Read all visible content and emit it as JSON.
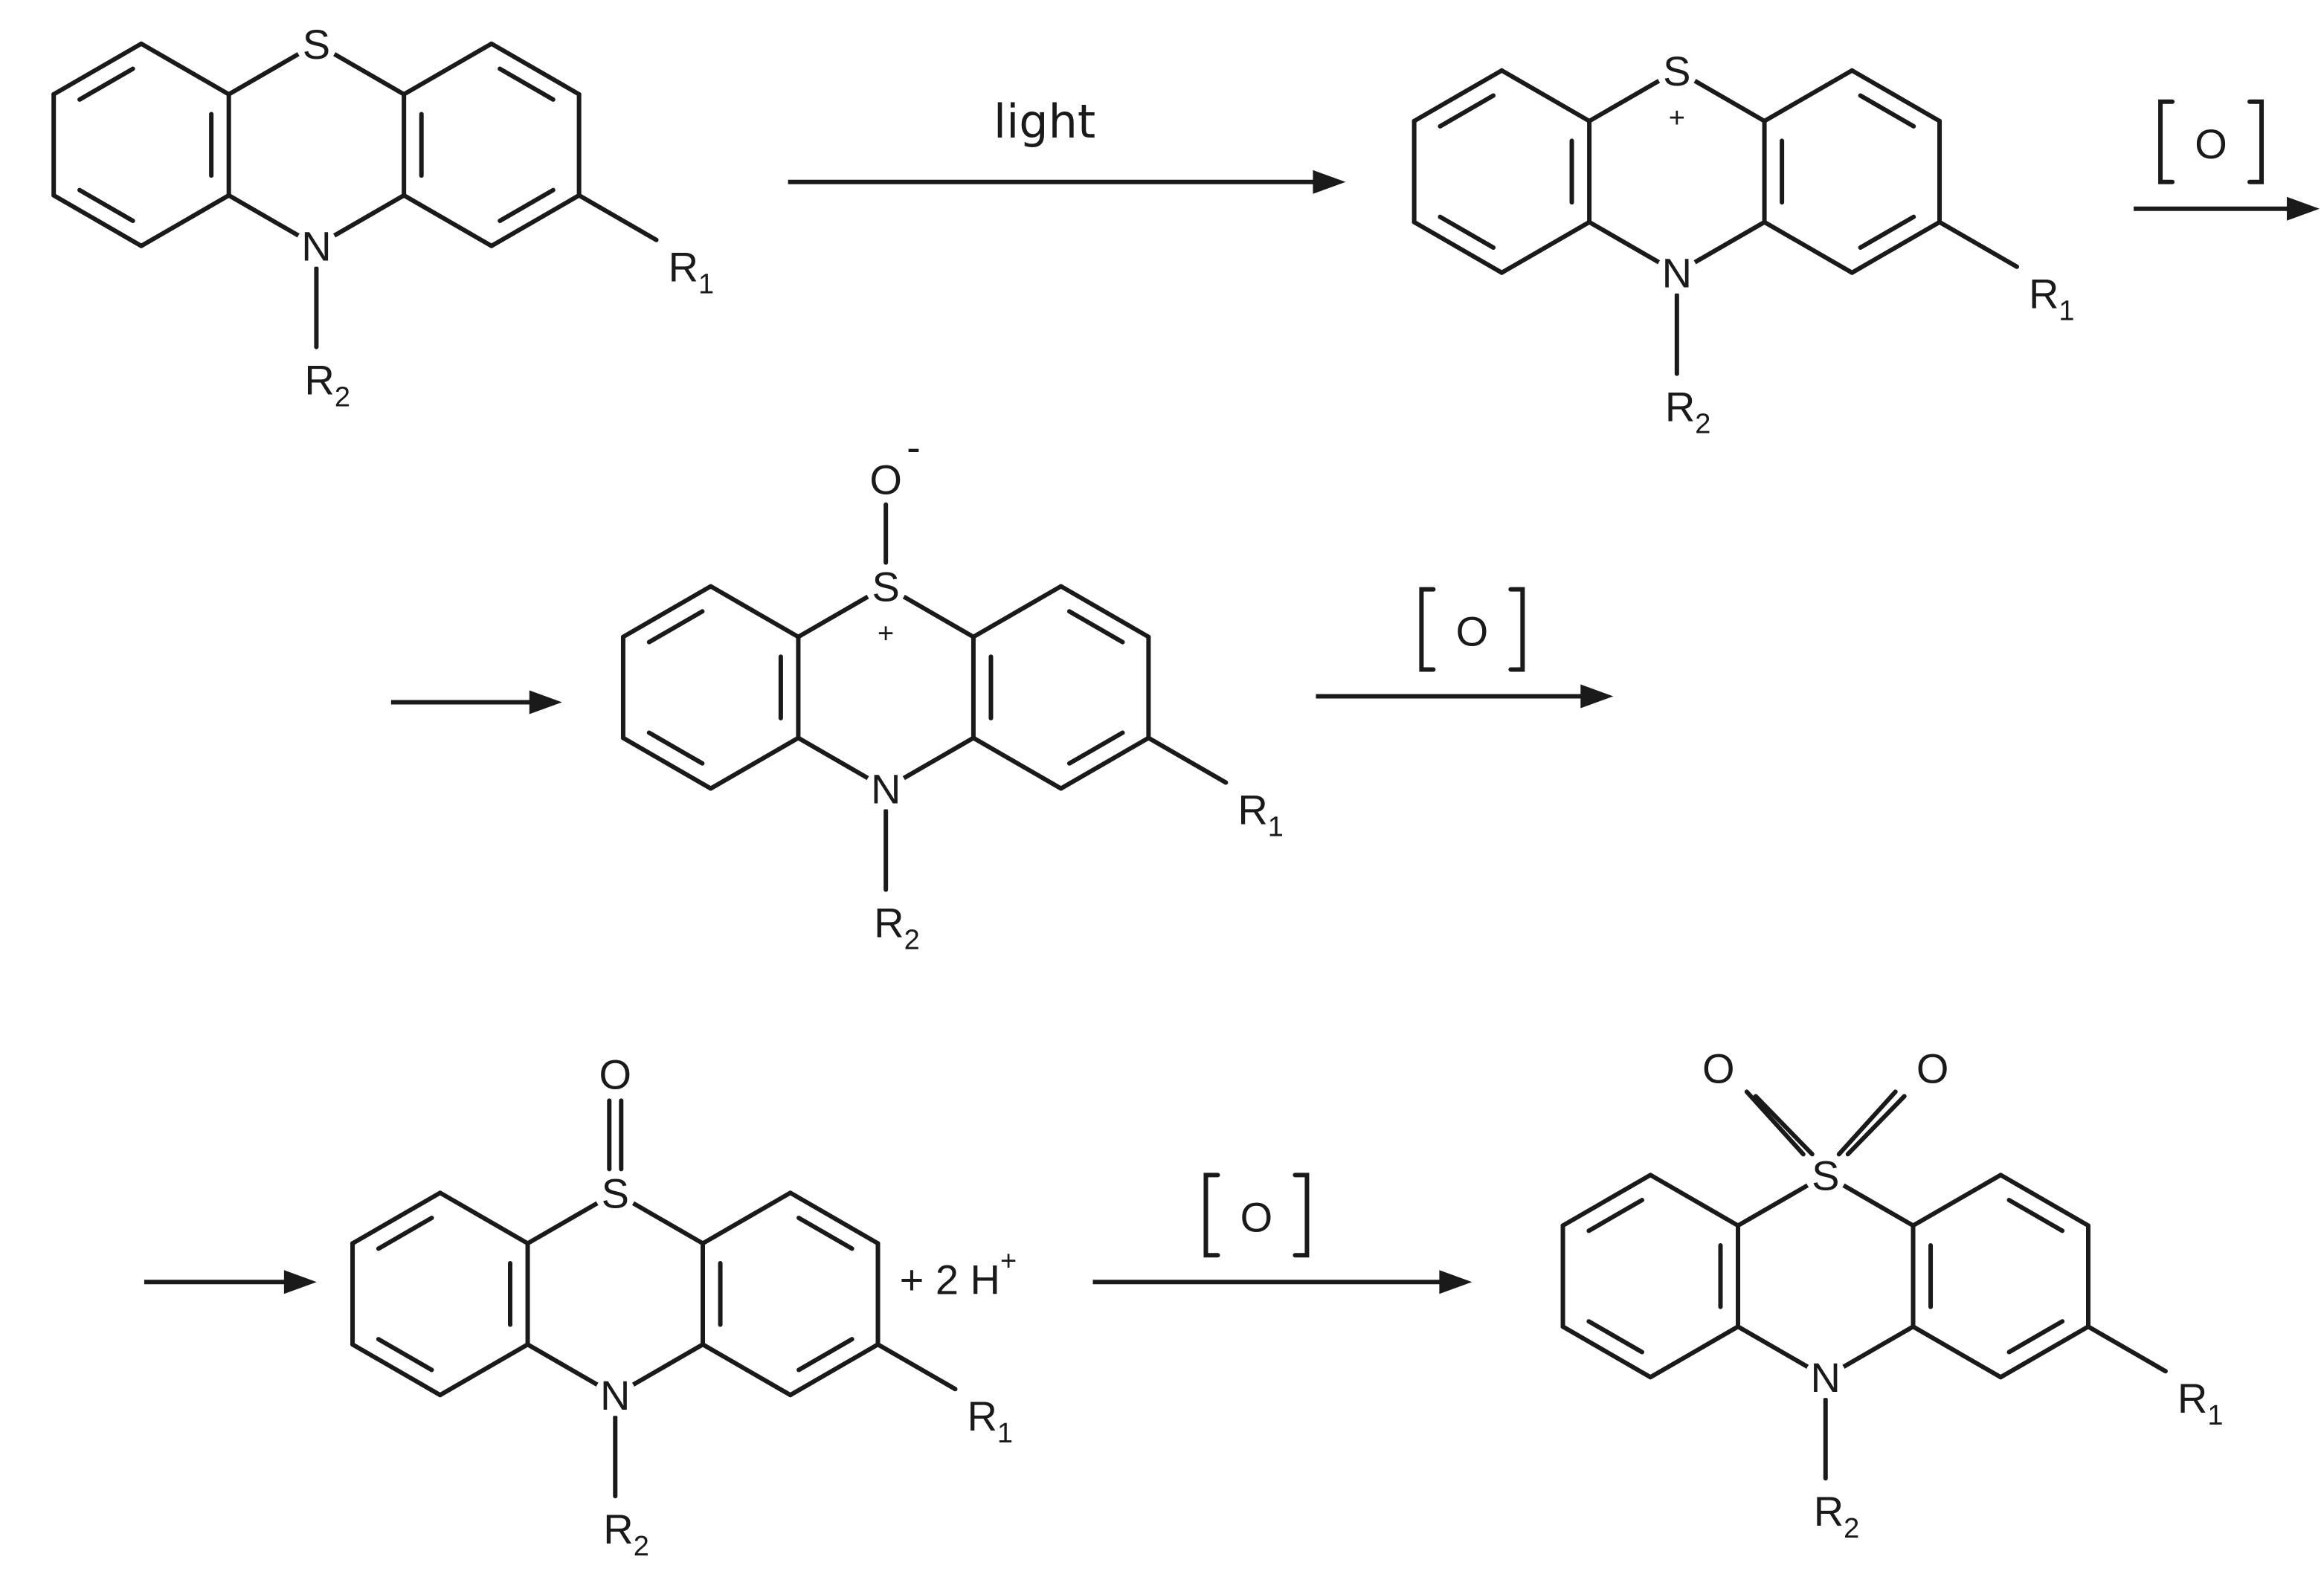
{
  "scheme": {
    "molecules": [
      {
        "id": "phenothiazine",
        "S": "S",
        "S_charge": "",
        "N": "N",
        "R1": [
          "R",
          "1"
        ],
        "R2": [
          "R",
          "2"
        ],
        "oxygens": "none"
      },
      {
        "id": "radical-cation",
        "S": "S",
        "S_charge": "+",
        "N": "N",
        "R1": [
          "R",
          "1"
        ],
        "R2": [
          "R",
          "2"
        ],
        "oxygens": "none"
      },
      {
        "id": "oxide-intermediate",
        "S": "S",
        "S_charge": "+",
        "N": "N",
        "R1": [
          "R",
          "1"
        ],
        "R2": [
          "R",
          "2"
        ],
        "oxygens": "single",
        "O": "O",
        "O_charge": "-"
      },
      {
        "id": "sulfoxide",
        "S": "S",
        "S_charge": "",
        "N": "N",
        "R1": [
          "R",
          "1"
        ],
        "R2": [
          "R",
          "2"
        ],
        "oxygens": "double",
        "O": "O",
        "byproduct": [
          "+ 2 H",
          "+"
        ]
      },
      {
        "id": "sulfone",
        "S": "S",
        "S_charge": "",
        "N": "N",
        "R1": [
          "R",
          "1"
        ],
        "R2": [
          "R",
          "2"
        ],
        "oxygens": "two",
        "O": "O"
      }
    ],
    "arrows": [
      {
        "id": "light",
        "label": "light"
      },
      {
        "id": "oxidation-1",
        "label": "O",
        "bracketed": true
      },
      {
        "id": "continue-1",
        "label": ""
      },
      {
        "id": "oxidation-2",
        "label": "O",
        "bracketed": true
      },
      {
        "id": "continue-2",
        "label": ""
      },
      {
        "id": "oxidation-3",
        "label": "O",
        "bracketed": true
      }
    ]
  }
}
